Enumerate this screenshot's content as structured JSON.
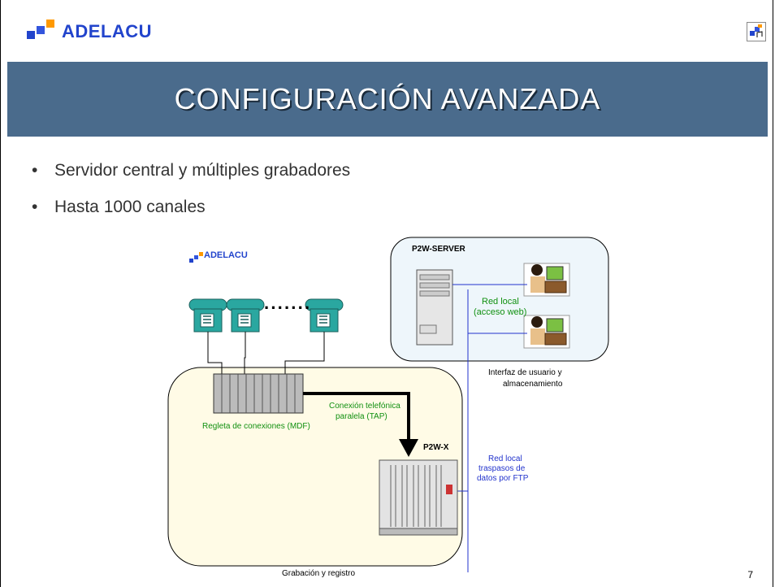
{
  "brand": {
    "logo_text": "ADELACU"
  },
  "slide": {
    "title": "CONFIGURACIÓN AVANZADA",
    "bullets": [
      "Servidor central y múltiples grabadores",
      "Hasta 1000 canales"
    ],
    "page_number": "7"
  },
  "diagram": {
    "logo_text": "ADELACU",
    "dots": "·······",
    "server_title": "P2W-SERVER",
    "red_local_1": "Red local",
    "red_local_1b": "(acceso web)",
    "interface_1": "Interfaz de usuario y",
    "interface_2": "almacenamiento",
    "tap_1": "Conexión telefónica",
    "tap_2": "paralela (TAP)",
    "mdf": "Regleta de conexiones (MDF)",
    "p2wx": "P2W-X",
    "ftp_1": "Red local",
    "ftp_2": "traspasos de",
    "ftp_3": "datos por FTP",
    "bottom": "Grabación y registro"
  },
  "colors": {
    "title_bar": "#4a6b8c",
    "logo_blue": "#2244cc",
    "panel_bg": "#fffbe6",
    "server_bg": "#eef6fb",
    "phone_teal": "#2aa7a0",
    "label_green": "#109010",
    "label_blue": "#2233cc"
  }
}
